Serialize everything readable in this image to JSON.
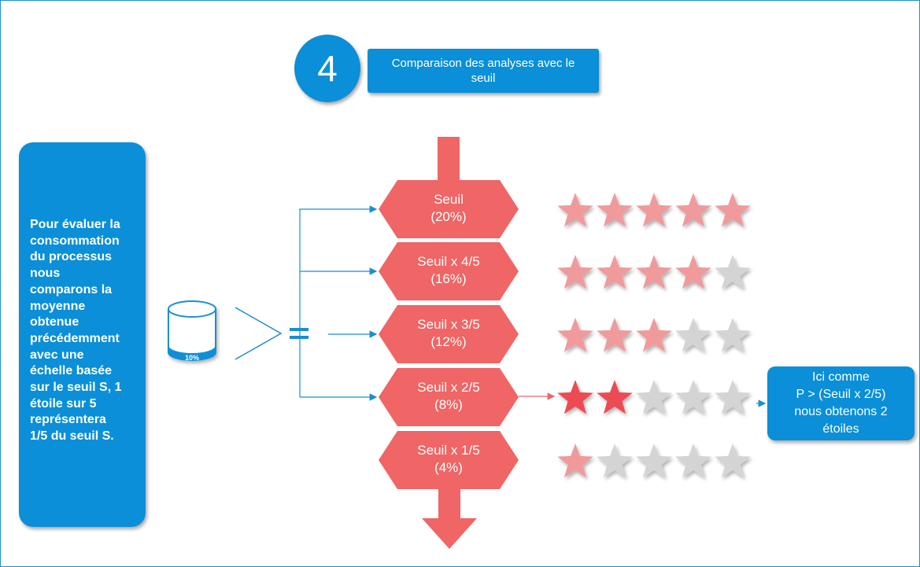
{
  "step_number": "4",
  "step_title": "Comparaison des analyses avec le seuil",
  "description": "Pour évaluer la\nconsommation\ndu processus\nnous\ncomparons la\nmoyenne\nobtenue\nprécédemment\n avec une\néchelle basée\nsur le seuil S, 1\nétoile sur 5\nreprésentera\n1/5 du seuil S.",
  "database": {
    "label": "10%",
    "icon": "database-icon"
  },
  "comparison_symbols": {
    "greater": ">",
    "equals": "="
  },
  "levels": [
    {
      "name": "Seuil",
      "value": "(20%)",
      "stars_filled": 5
    },
    {
      "name": "Seuil x 4/5",
      "value": "(16%)",
      "stars_filled": 4
    },
    {
      "name": "Seuil x 3/5",
      "value": "(12%)",
      "stars_filled": 3
    },
    {
      "name": "Seuil x 2/5",
      "value": "(8%)",
      "stars_filled": 2,
      "highlighted": true
    },
    {
      "name": "Seuil x 1/5",
      "value": "(4%)",
      "stars_filled": 1
    }
  ],
  "result_text": "Ici comme\nP > (Seuil x 2/5)\nnous obtenons 2\nétoiles",
  "colors": {
    "blue": "#0a8fd8",
    "hexagon": "#f06565",
    "star_faded": "#f09a9c",
    "star_active": "#ec4b52",
    "star_empty": "#d4d4d4",
    "connector": "#1a8fd0"
  }
}
